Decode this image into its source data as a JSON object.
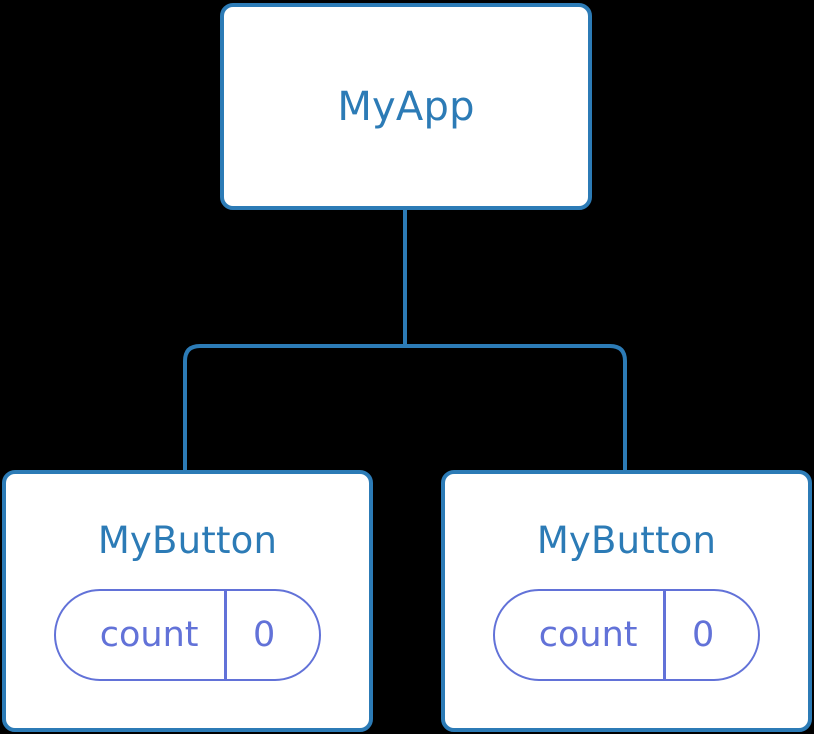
{
  "diagram": {
    "type": "component-tree",
    "background_color": "#000000",
    "node_border_color": "#2c7bb6",
    "node_fill_color": "#ffffff",
    "node_label_color": "#2c7bb6",
    "edge_color": "#2c7bb6",
    "state_color": "#6272d8",
    "root": {
      "label": "MyApp"
    },
    "children": [
      {
        "label": "MyButton",
        "state": {
          "key": "count",
          "value": "0"
        }
      },
      {
        "label": "MyButton",
        "state": {
          "key": "count",
          "value": "0"
        }
      }
    ]
  }
}
